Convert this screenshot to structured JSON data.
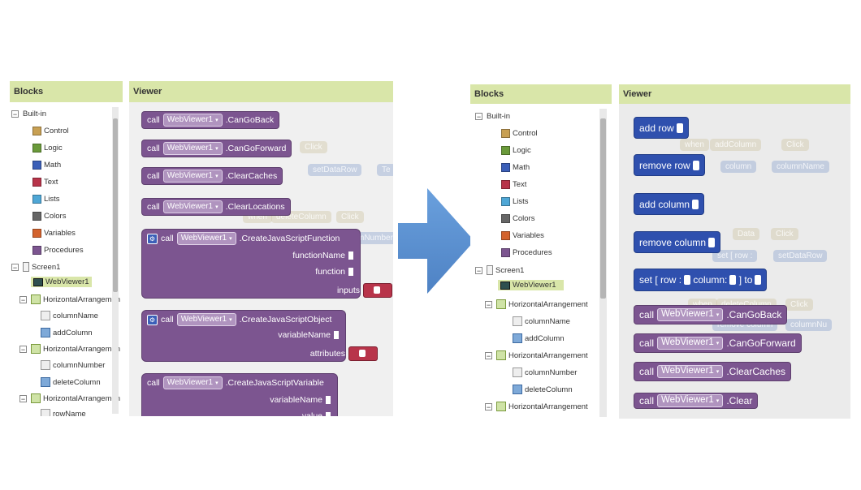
{
  "left": {
    "blocks_header": "Blocks",
    "viewer_header": "Viewer",
    "tree": [
      {
        "label": "Built-in",
        "icon": "minus-expander",
        "level": 0
      },
      {
        "label": "Control",
        "color": "#c8a053"
      },
      {
        "label": "Logic",
        "color": "#6a9a3a"
      },
      {
        "label": "Math",
        "color": "#3b5fb8"
      },
      {
        "label": "Text",
        "color": "#b8344a"
      },
      {
        "label": "Lists",
        "color": "#4fa7d6"
      },
      {
        "label": "Colors",
        "color": "#666666"
      },
      {
        "label": "Variables",
        "color": "#d3632e"
      },
      {
        "label": "Procedures",
        "color": "#7c5590"
      },
      {
        "label": "Screen1"
      },
      {
        "label": "WebViewer1"
      },
      {
        "label": "HorizontalArrangemen"
      },
      {
        "label": "columnName"
      },
      {
        "label": "addColumn"
      },
      {
        "label": "HorizontalArrangemen"
      },
      {
        "label": "columnNumber"
      },
      {
        "label": "deleteColumn"
      },
      {
        "label": "HorizontalArrangemen"
      },
      {
        "label": "rowName"
      }
    ],
    "blocks": {
      "call": "call",
      "component": "WebViewer1",
      "dropdown": "▾",
      "canGoBack": ".CanGoBack",
      "canGoForward": ".CanGoForward",
      "clearCaches": ".ClearCaches",
      "clearLocations": ".ClearLocations",
      "createFunction": ".CreateJavaScriptFunction",
      "functionName": "functionName",
      "function": "function",
      "inputs": "inputs",
      "createObject": ".CreateJavaScriptObject",
      "variableName": "variableName",
      "attributes": "attributes",
      "createVariable": ".CreateJavaScriptVariable",
      "variableName2": "variableName",
      "value": "value"
    },
    "ghosts": [
      "Click",
      "setDataRow",
      "Te",
      "when",
      "deleteColumn",
      "Click",
      "mNumber"
    ]
  },
  "right": {
    "blocks_header": "Blocks",
    "viewer_header": "Viewer",
    "tree": [
      {
        "label": "Built-in"
      },
      {
        "label": "Control",
        "color": "#c8a053"
      },
      {
        "label": "Logic",
        "color": "#6a9a3a"
      },
      {
        "label": "Math",
        "color": "#3b5fb8"
      },
      {
        "label": "Text",
        "color": "#b8344a"
      },
      {
        "label": "Lists",
        "color": "#4fa7d6"
      },
      {
        "label": "Colors",
        "color": "#666666"
      },
      {
        "label": "Variables",
        "color": "#d3632e"
      },
      {
        "label": "Procedures",
        "color": "#7c5590"
      },
      {
        "label": "Screen1"
      },
      {
        "label": "WebViewer1"
      },
      {
        "label": "HorizontalArrangement"
      },
      {
        "label": "columnName"
      },
      {
        "label": "addColumn"
      },
      {
        "label": "HorizontalArrangement"
      },
      {
        "label": "columnNumber"
      },
      {
        "label": "deleteColumn"
      },
      {
        "label": "HorizontalArrangement"
      }
    ],
    "blocks": {
      "addRow": "add row",
      "removeRow": "remove row",
      "addColumn": "add column",
      "removeColumn": "remove column",
      "set": "set",
      "rowBracket": "[ row :",
      "column": "column:",
      "closeTo": "] to",
      "call": "call",
      "component": "WebViewer1",
      "canGoBack": ".CanGoBack",
      "canGoForward": ".CanGoForward",
      "clearCaches": ".ClearCaches",
      "clearTrunc": ".Clear"
    },
    "ghosts": [
      "when",
      "addColumn",
      "Click",
      "column",
      "columnName",
      "Data",
      "Click",
      "set [ row :",
      "setDataRow",
      "when",
      "deleteColumn",
      "Click",
      "remove column",
      "columnNu"
    ]
  },
  "arrow": {
    "color": "#5b8fd0",
    "icon": "right-arrow-icon"
  }
}
